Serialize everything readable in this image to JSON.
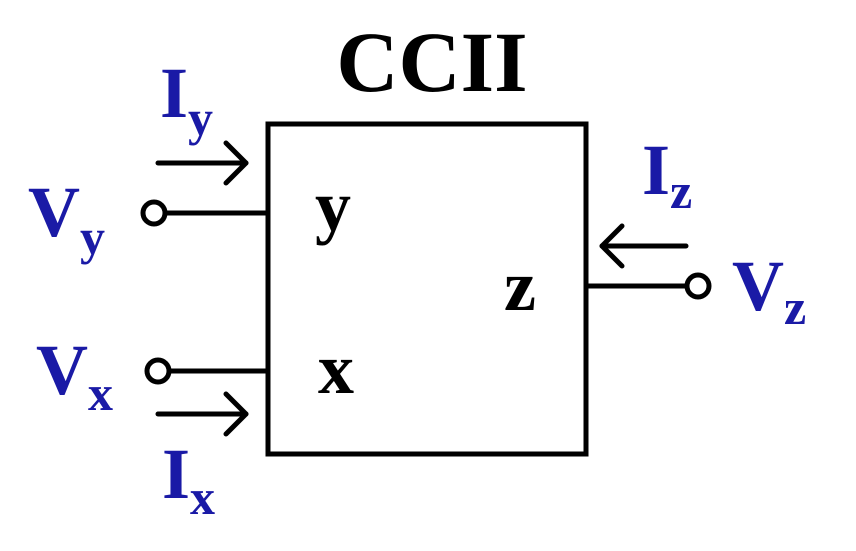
{
  "block": {
    "title": "CCII",
    "ports": {
      "y": "y",
      "x": "x",
      "z": "z"
    }
  },
  "signals": {
    "Iy": {
      "main": "I",
      "sub": "y"
    },
    "Vy": {
      "main": "V",
      "sub": "y"
    },
    "Vx": {
      "main": "V",
      "sub": "x"
    },
    "Ix": {
      "main": "I",
      "sub": "x"
    },
    "Iz": {
      "main": "I",
      "sub": "z"
    },
    "Vz": {
      "main": "V",
      "sub": "z"
    }
  },
  "colors": {
    "wire": "#000000",
    "label_blue": "#1a1aa6",
    "terminal_fill": "#ffffff"
  }
}
